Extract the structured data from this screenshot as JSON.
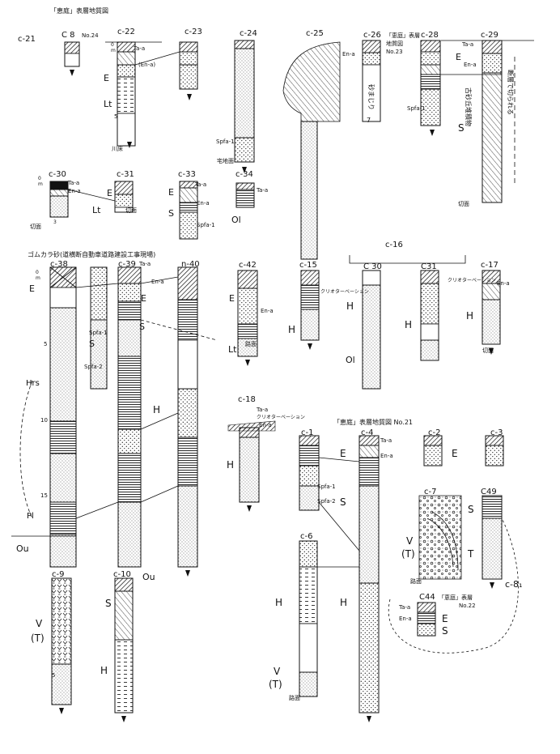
{
  "labels": {
    "c21": "c-21",
    "c8": "C 8",
    "no24": "No.24",
    "title_top": "「恵庭」表層地質図",
    "c22": "c-22",
    "c23": "c-23",
    "c24": "c-24",
    "c25": "c-25",
    "c26": "c-26",
    "c26_title": "「恵庭」表層",
    "c26_title2": "地質図",
    "no23": "No.23",
    "c28": "c-28",
    "c29": "c-29",
    "c30": "c-30",
    "c31": "c-31",
    "c33": "c-33",
    "c34": "c-34",
    "c42": "c-42",
    "c15": "c-15",
    "c16": "c-16",
    "c30b": "C 30",
    "c31b": "C31",
    "c17": "c-17",
    "c38": "c-38",
    "c39": "c-39",
    "n40": "n-40",
    "c18": "c-18",
    "c1": "c-1",
    "c4": "c-4",
    "c2": "c-2",
    "c3": "c-3",
    "c7": "c-7",
    "c49": "C49",
    "c6": "c-6",
    "c9": "c-9",
    "c10": "c-10",
    "c44": "C44",
    "no22": "No.22",
    "c81": "c-8₁",
    "title_mid": "「恵庭」表層地質図 No.21",
    "title_left": "ゴムカラ砂(道横断自動車道路建設工事現場)",
    "ta_a": "Ta-a",
    "en_a": "En-a",
    "en_a_paren": "(En-a)",
    "spfa1": "Spfa-1",
    "spfa2": "Spfa-2",
    "spfa1b": "Spfa-1",
    "E": "E",
    "Lt": "Lt",
    "S": "S",
    "H": "H",
    "Ol": "Ol",
    "Hrs": "Hrs",
    "Pl": "Pl",
    "Ou": "Ou",
    "V": "V",
    "T_paren": "(T)",
    "T": "T",
    "depth_m": "m",
    "d0": "0",
    "d5": "5",
    "d10": "10",
    "d15": "15",
    "kawadoko": "川床",
    "takuchi": "宅地面",
    "rokumen": "路面",
    "sunamajiri": "砂まじり",
    "kirimen": "切面",
    "kirimen2": "法面",
    "danso": "断層で切られる",
    "kosaku": "古砂丘堆積物",
    "weathering": "クリオターベーション",
    "n7": "7",
    "n3": "3"
  },
  "colors": {
    "ink": "#111111",
    "paper": "#ffffff"
  }
}
